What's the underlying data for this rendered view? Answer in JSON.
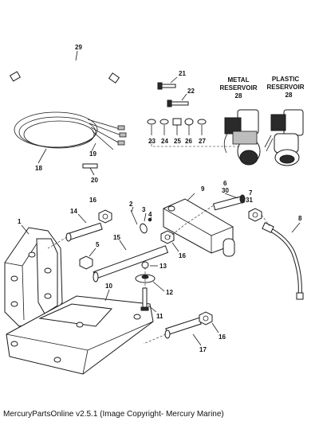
{
  "diagram": {
    "callouts": [
      "29",
      "21",
      "22",
      "23",
      "24",
      "25",
      "26",
      "27",
      "19",
      "18",
      "20",
      "16",
      "2",
      "3",
      "4",
      "9",
      "6",
      "30",
      "7",
      "31",
      "8",
      "1",
      "14",
      "15",
      "5",
      "13",
      "16",
      "12",
      "11",
      "10",
      "17",
      "16"
    ],
    "headers": {
      "metal": [
        "METAL",
        "RESERVOIR",
        "28"
      ],
      "plastic": [
        "PLASTIC",
        "RESERVOIR",
        "28"
      ]
    }
  },
  "footer": {
    "copyright": "MercuryPartsOnline v2.5.1 (Image Copyright- Mercury Marine)"
  }
}
